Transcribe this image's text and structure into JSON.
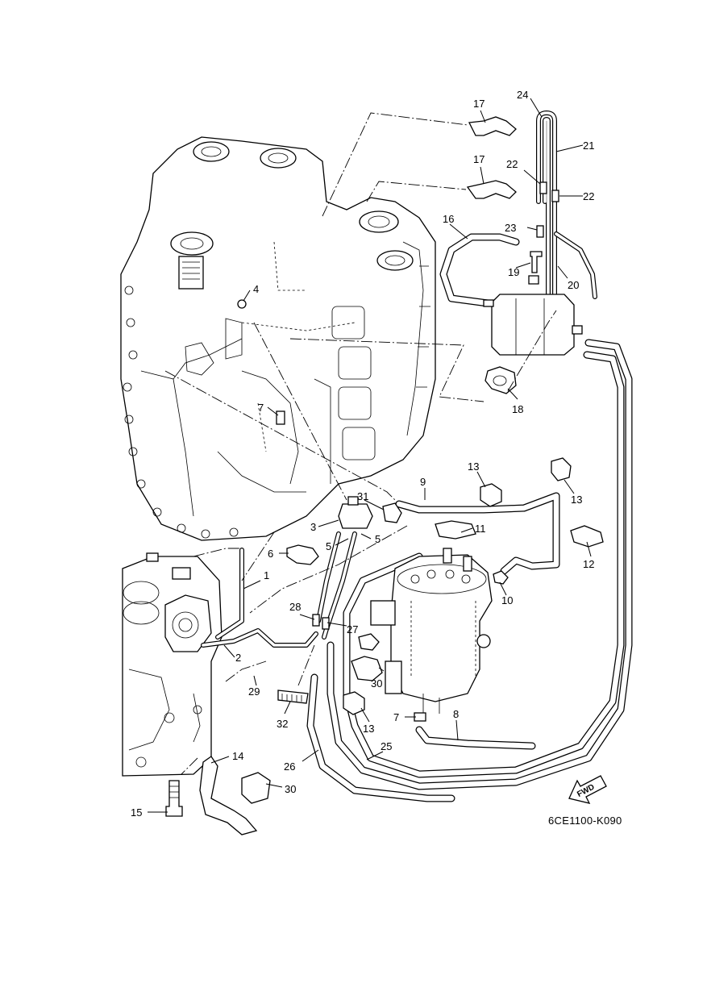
{
  "drawing_code": "6CE1100-K090",
  "fwd_label": "FWD",
  "callouts": [
    {
      "id": "c1",
      "text": "1"
    },
    {
      "id": "c2",
      "text": "2"
    },
    {
      "id": "c3",
      "text": "3"
    },
    {
      "id": "c4",
      "text": "4"
    },
    {
      "id": "c5a",
      "text": "5"
    },
    {
      "id": "c5b",
      "text": "5"
    },
    {
      "id": "c6",
      "text": "6"
    },
    {
      "id": "c7a",
      "text": "7"
    },
    {
      "id": "c7b",
      "text": "7"
    },
    {
      "id": "c8",
      "text": "8"
    },
    {
      "id": "c9",
      "text": "9"
    },
    {
      "id": "c10",
      "text": "10"
    },
    {
      "id": "c11",
      "text": "11"
    },
    {
      "id": "c12",
      "text": "12"
    },
    {
      "id": "c13a",
      "text": "13"
    },
    {
      "id": "c13b",
      "text": "13"
    },
    {
      "id": "c13c",
      "text": "13"
    },
    {
      "id": "c14",
      "text": "14"
    },
    {
      "id": "c15",
      "text": "15"
    },
    {
      "id": "c16",
      "text": "16"
    },
    {
      "id": "c17a",
      "text": "17"
    },
    {
      "id": "c17b",
      "text": "17"
    },
    {
      "id": "c18",
      "text": "18"
    },
    {
      "id": "c19",
      "text": "19"
    },
    {
      "id": "c20",
      "text": "20"
    },
    {
      "id": "c21",
      "text": "21"
    },
    {
      "id": "c22a",
      "text": "22"
    },
    {
      "id": "c22b",
      "text": "22"
    },
    {
      "id": "c23",
      "text": "23"
    },
    {
      "id": "c24",
      "text": "24"
    },
    {
      "id": "c25",
      "text": "25"
    },
    {
      "id": "c26",
      "text": "26"
    },
    {
      "id": "c27",
      "text": "27"
    },
    {
      "id": "c28",
      "text": "28"
    },
    {
      "id": "c29",
      "text": "29"
    },
    {
      "id": "c30a",
      "text": "30"
    },
    {
      "id": "c30b",
      "text": "30"
    },
    {
      "id": "c31",
      "text": "31"
    },
    {
      "id": "c32",
      "text": "32"
    }
  ]
}
